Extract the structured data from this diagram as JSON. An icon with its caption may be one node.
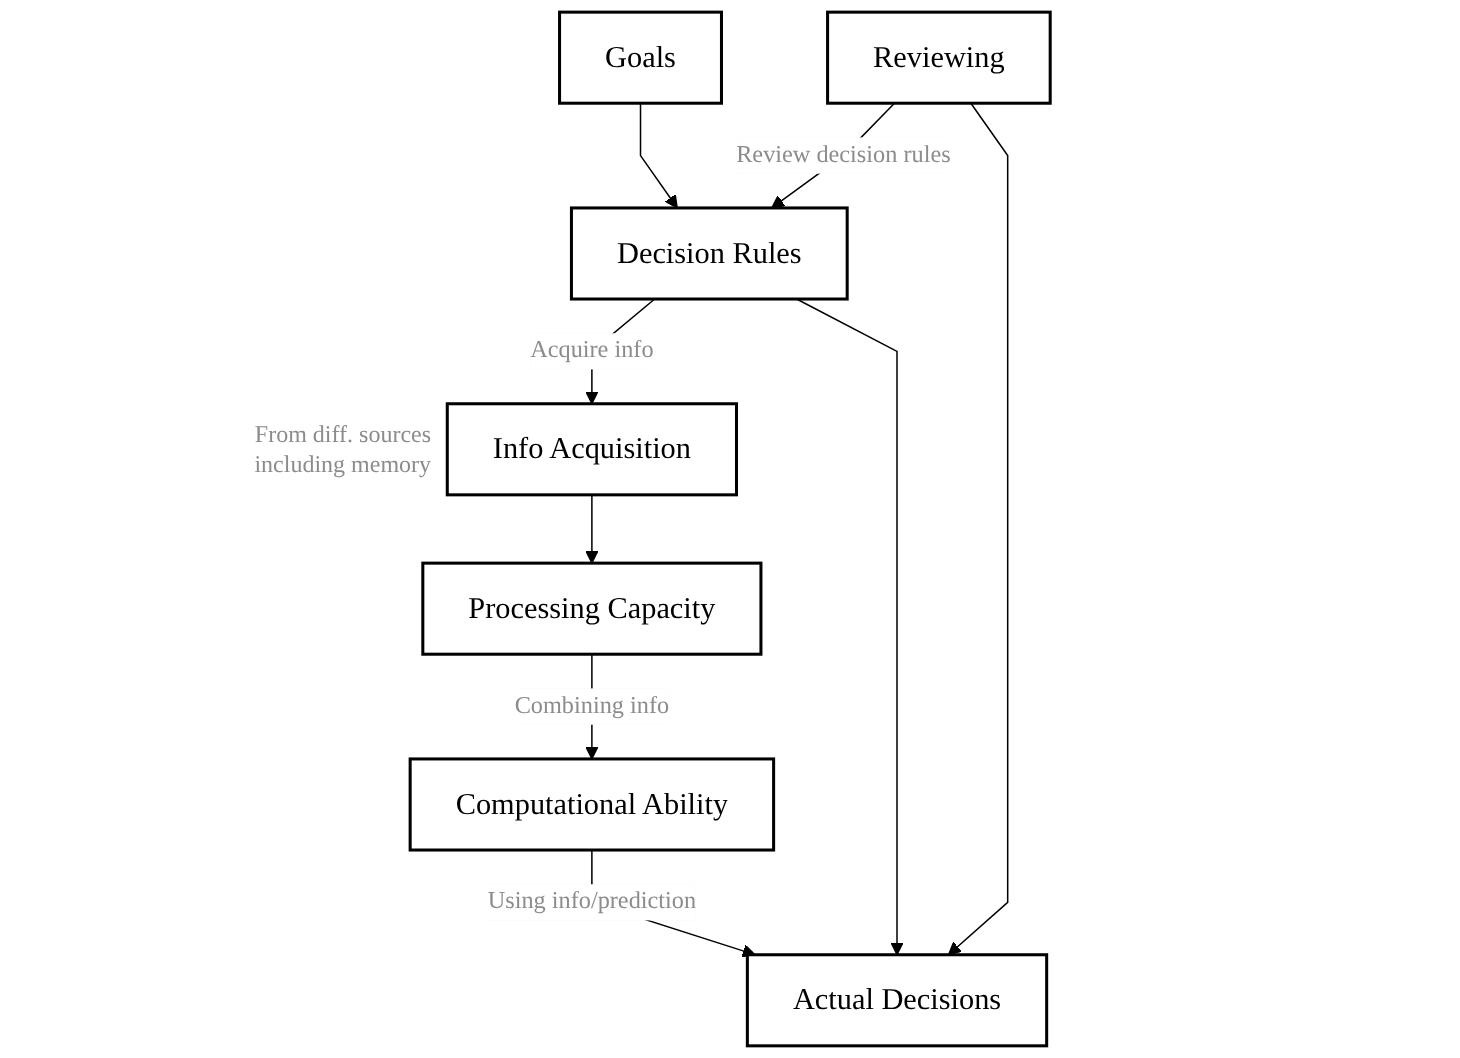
{
  "diagram": {
    "nodes": [
      {
        "text": [
          "Goals"
        ]
      },
      {
        "text": [
          "Reviewing"
        ]
      },
      {
        "text": [
          "Decision Rules"
        ]
      },
      {
        "text": [
          "Info Acquisition"
        ],
        "beside": [
          "From diff. sources including memory"
        ]
      },
      {
        "text": [
          "Processing Capacity"
        ]
      },
      {
        "text": [
          "Computational Ability"
        ]
      },
      {
        "text": [
          "Actual Decisions"
        ]
      }
    ],
    "edges": [
      {
        "from": 0,
        "to": 2,
        "arrow": "to"
      },
      {
        "from": 1,
        "to": 2,
        "arrow": "to",
        "label": "Review decision rules"
      },
      {
        "from": 2,
        "to": 3,
        "arrow": "to",
        "label": "Acquire info"
      },
      {
        "from": 3,
        "to": 4,
        "arrow": "to"
      },
      {
        "from": 4,
        "to": 5,
        "arrow": "to",
        "label": "Combining info"
      },
      {
        "from": 5,
        "to": 6,
        "arrow": "to",
        "label": "Using info/prediction"
      },
      {
        "from": 2,
        "to": 6,
        "arrow": "to"
      },
      {
        "from": 1,
        "to": 6,
        "arrow": "to"
      }
    ]
  }
}
